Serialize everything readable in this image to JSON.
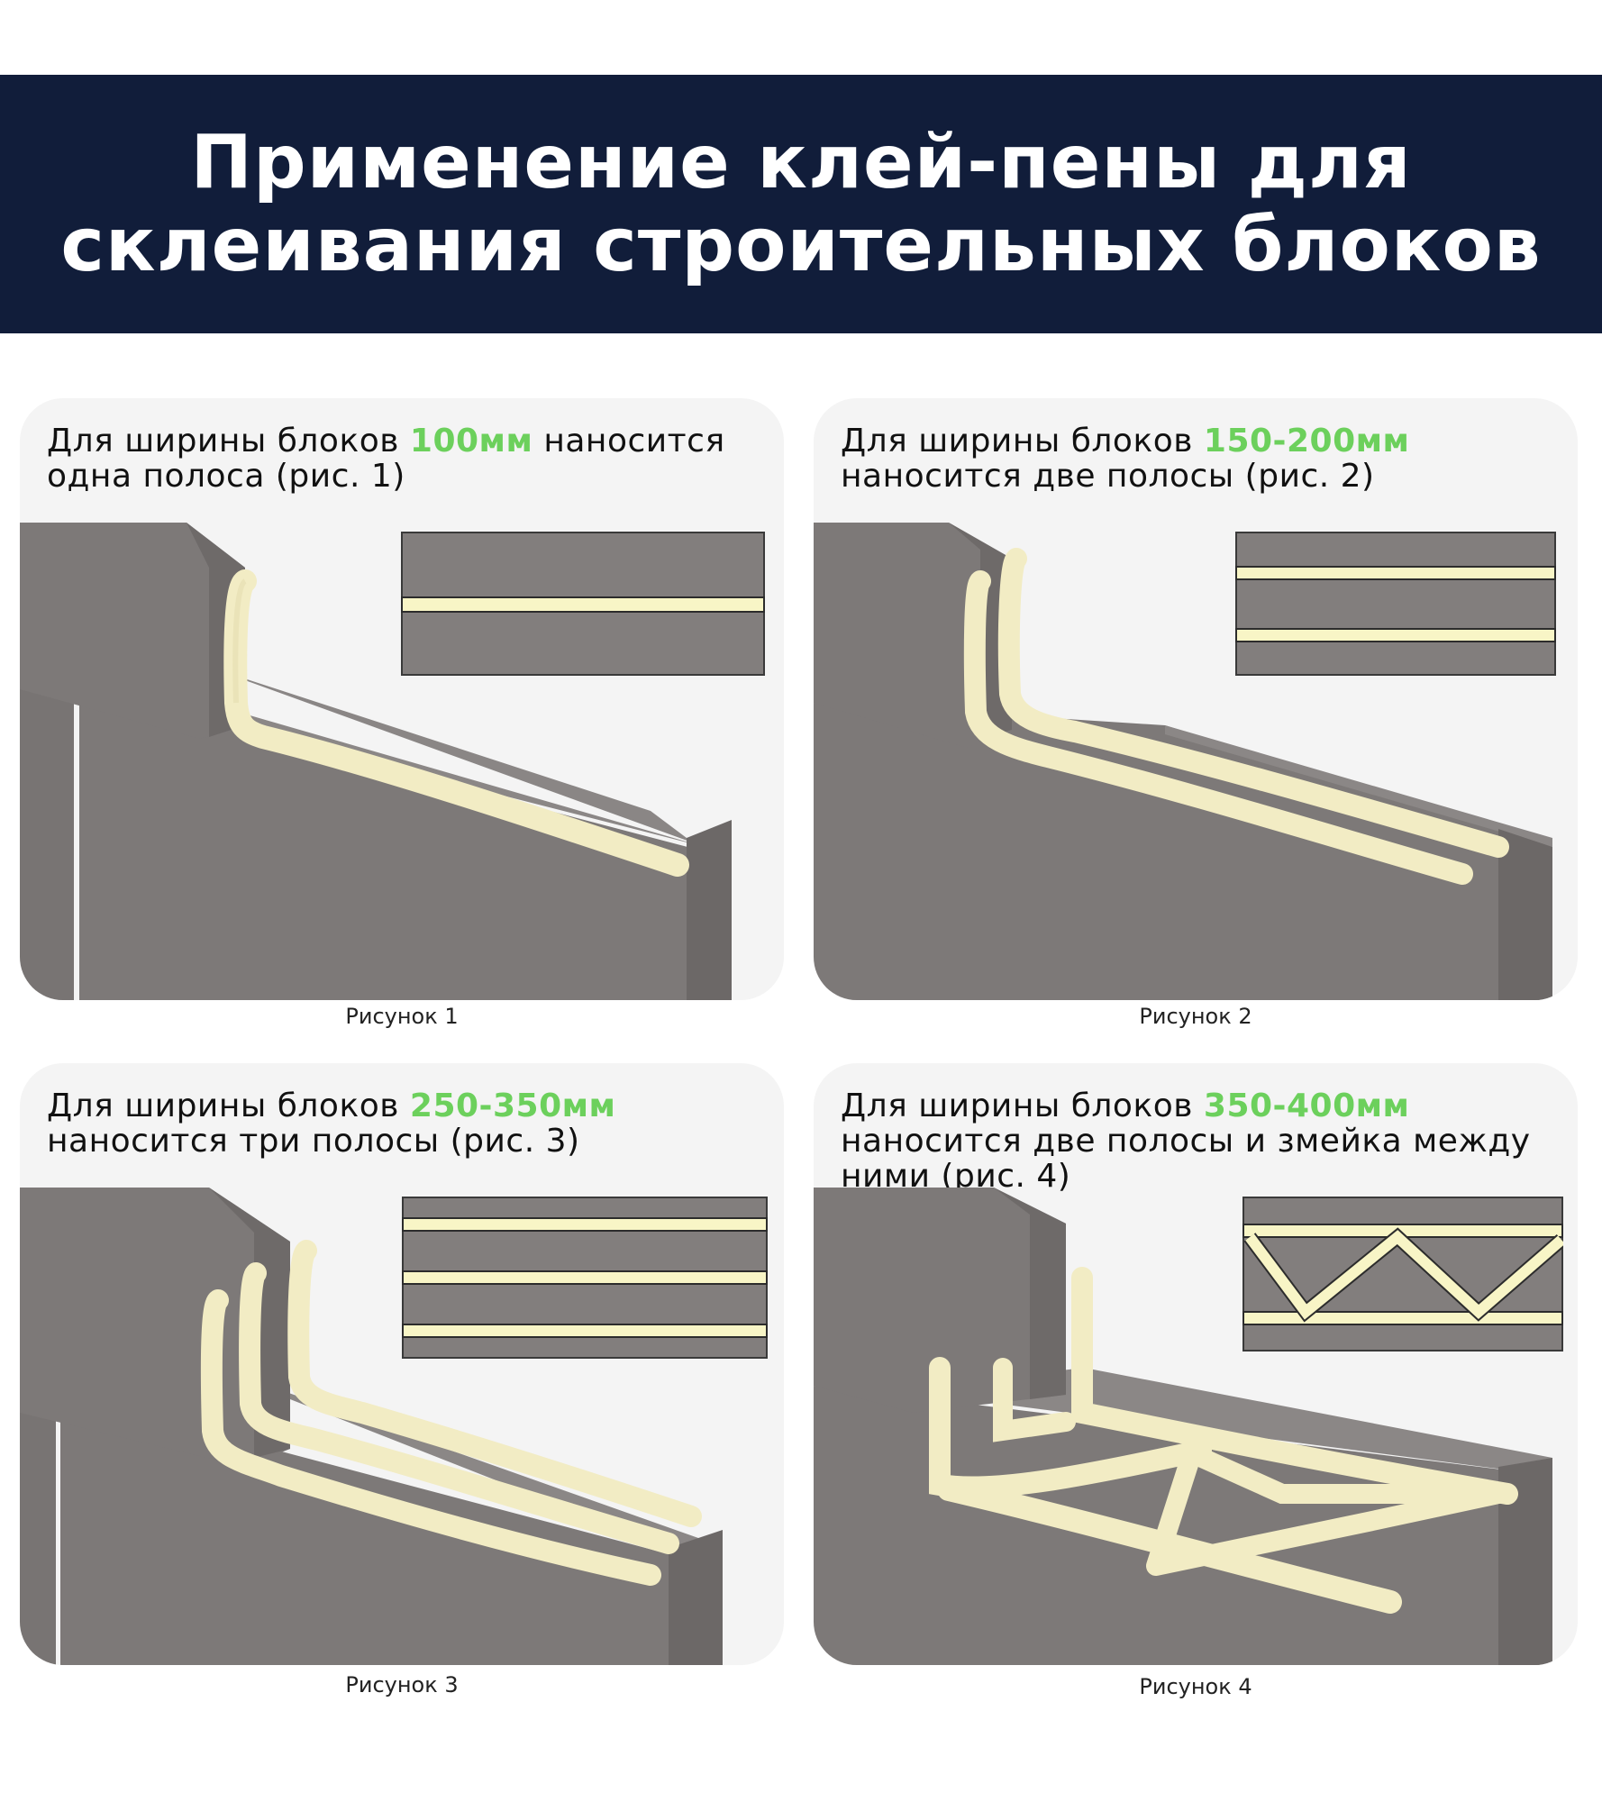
{
  "header": {
    "title_line_1": "Применение клей-пены для",
    "title_line_2": "склеивания строительных блоков",
    "background_color": "#111d3a",
    "text_color": "#ffffff"
  },
  "colors": {
    "accent_green": "#6cd05c",
    "card_background": "#f4f4f4",
    "block_gray": "#7f7b7a",
    "foam_cream": "#f2ecc4",
    "stripe_cream": "#f8f5c6"
  },
  "panels": [
    {
      "text_before": "Для ширины блоков ",
      "highlight": "100мм",
      "text_after": " наносится одна полоса (рис. 1)",
      "caption": "Рисунок 1",
      "stripes": 1,
      "pattern": "single-stripe"
    },
    {
      "text_before": "Для ширины блоков ",
      "highlight": "150-200мм",
      "text_after": " наносится две полосы (рис. 2)",
      "caption": "Рисунок 2",
      "stripes": 2,
      "pattern": "two-stripes"
    },
    {
      "text_before": "Для ширины блоков ",
      "highlight": "250-350мм",
      "text_after": " наносится три полосы (рис. 3)",
      "caption": "Рисунок 3",
      "stripes": 3,
      "pattern": "three-stripes"
    },
    {
      "text_before": "Для ширины блоков ",
      "highlight": "350-400мм",
      "text_after": " наносится две полосы и змейка между ними (рис. 4)",
      "caption": "Рисунок 4",
      "stripes": 2,
      "pattern": "two-stripes-zigzag"
    }
  ]
}
